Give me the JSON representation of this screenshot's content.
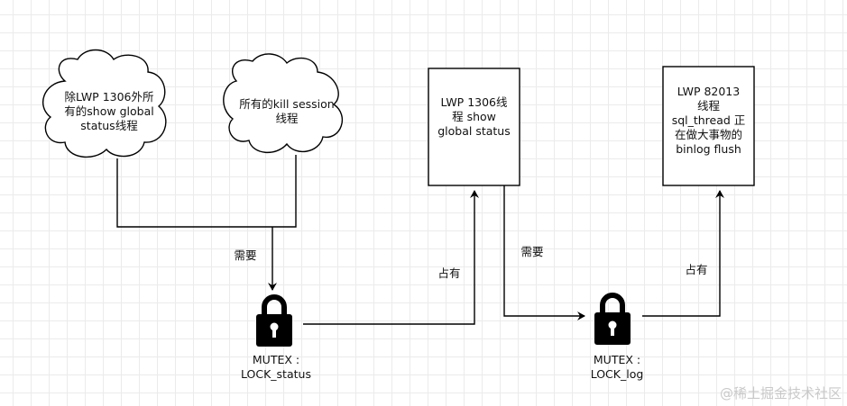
{
  "nodes": {
    "cloud_left": "除LWP 1306外所\n有的show global\nstatus线程",
    "cloud_right": "所有的kill session\n线程",
    "box_lwp1306": "LWP 1306线\n程 show\nglobal status",
    "box_lwp82013": "LWP 82013\n线程\nsql_thread 正\n在做大事物的\nbinlog flush"
  },
  "edge_labels": {
    "need_status": "需要",
    "hold_status": "占有",
    "need_log": "需要",
    "hold_log": "占有"
  },
  "mutexes": {
    "status": "MUTEX :\nLOCK_status",
    "log": "MUTEX :\nLOCK_log"
  },
  "watermark": "@稀土掘金技术社区"
}
